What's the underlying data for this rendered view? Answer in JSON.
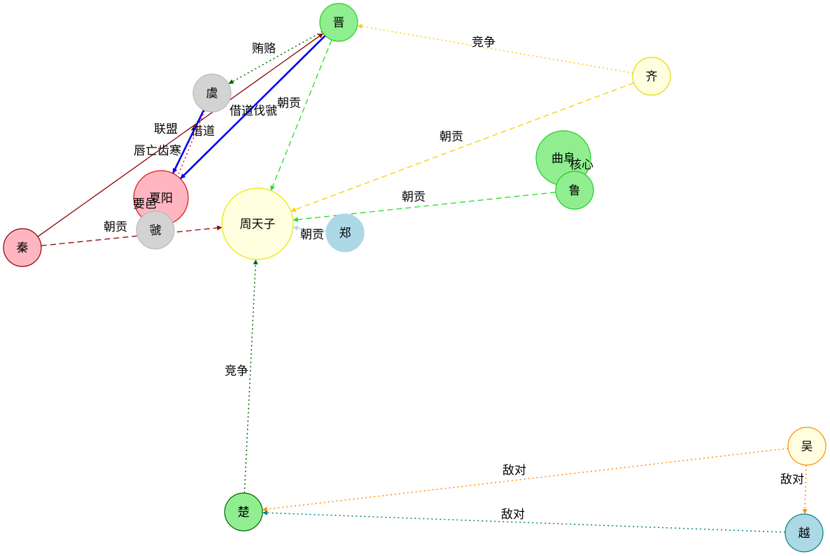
{
  "nodes": [
    {
      "id": "jin",
      "label": "晋",
      "fill": "#90ee90",
      "stroke": "#22cc22"
    },
    {
      "id": "qi",
      "label": "齐",
      "fill": "#ffffe0",
      "stroke": "#e6d800"
    },
    {
      "id": "yu",
      "label": "虞",
      "fill": "#d3d3d3",
      "stroke": "#bbbbbb"
    },
    {
      "id": "qufu",
      "label": "曲阜",
      "fill": "#90ee90",
      "stroke": "#22cc22"
    },
    {
      "id": "lu",
      "label": "鲁",
      "fill": "#90ee90",
      "stroke": "#22cc22"
    },
    {
      "id": "xiayang",
      "label": "夏阳",
      "fill": "#ffb6c1",
      "stroke": "#dd1111"
    },
    {
      "id": "guo",
      "label": "虢",
      "fill": "#d3d3d3",
      "stroke": "#bbbbbb"
    },
    {
      "id": "zhou",
      "label": "周天子",
      "fill": "#ffffe0",
      "stroke": "#e6e600"
    },
    {
      "id": "zheng",
      "label": "郑",
      "fill": "#add8e6",
      "stroke": "#add8e6"
    },
    {
      "id": "qin",
      "label": "秦",
      "fill": "#ffb6c1",
      "stroke": "#8b0000"
    },
    {
      "id": "chu",
      "label": "楚",
      "fill": "#90ee90",
      "stroke": "#006400"
    },
    {
      "id": "wu",
      "label": "吴",
      "fill": "#ffffe0",
      "stroke": "#ff8c00"
    },
    {
      "id": "yue",
      "label": "越",
      "fill": "#add8e6",
      "stroke": "#008080"
    }
  ],
  "edges": [
    {
      "from": "qi",
      "to": "jin",
      "label": "竞争",
      "color": "#ffcc00",
      "style": "dotted",
      "arrow": true
    },
    {
      "from": "jin",
      "to": "yu",
      "label": "贿赂",
      "color": "#006400",
      "style": "dotted",
      "arrow": true
    },
    {
      "from": "qin",
      "to": "jin",
      "label": "联盟",
      "color": "#8b0000",
      "style": "solid",
      "arrow": true
    },
    {
      "from": "jin",
      "to": "xiayang",
      "label": "借道伐虢",
      "color": "#0000ee",
      "style": "bold",
      "arrow": true
    },
    {
      "from": "jin",
      "to": "zhou",
      "label": "朝贡",
      "color": "#22dd22",
      "style": "dashed",
      "arrow": true
    },
    {
      "from": "yu",
      "to": "xiayang",
      "label": "借道",
      "color": "#0000ee",
      "style": "bold",
      "arrow": true
    },
    {
      "from": "yu",
      "to": "guo",
      "label": "唇亡齿寒",
      "color": "#ff0000",
      "style": "dotted",
      "arrow": true
    },
    {
      "from": "xiayang",
      "to": "guo",
      "label": "要邑",
      "color": "#ff0000",
      "style": "dotted",
      "arrow": true
    },
    {
      "from": "qi",
      "to": "zhou",
      "label": "朝贡",
      "color": "#ffcc00",
      "style": "dashed",
      "arrow": true
    },
    {
      "from": "qufu",
      "to": "lu",
      "label": "核心",
      "color": "#22cc22",
      "style": "dotted",
      "arrow": true
    },
    {
      "from": "lu",
      "to": "zhou",
      "label": "朝贡",
      "color": "#22dd22",
      "style": "dashed",
      "arrow": true
    },
    {
      "from": "zheng",
      "to": "zhou",
      "label": "朝贡",
      "color": "#add8e6",
      "style": "solid",
      "arrow": true
    },
    {
      "from": "qin",
      "to": "zhou",
      "label": "朝贡",
      "color": "#8b0000",
      "style": "dashed",
      "arrow": true
    },
    {
      "from": "chu",
      "to": "zhou",
      "label": "竞争",
      "color": "#006400",
      "style": "dotted",
      "arrow": true
    },
    {
      "from": "wu",
      "to": "chu",
      "label": "敌对",
      "color": "#ff8c00",
      "style": "dotted",
      "arrow": true
    },
    {
      "from": "wu",
      "to": "yue",
      "label": "敌对",
      "color": "#ff8c00",
      "style": "dotted",
      "arrow": true
    },
    {
      "from": "yue",
      "to": "chu",
      "label": "敌对",
      "color": "#008080",
      "style": "dotted",
      "arrow": true
    }
  ]
}
